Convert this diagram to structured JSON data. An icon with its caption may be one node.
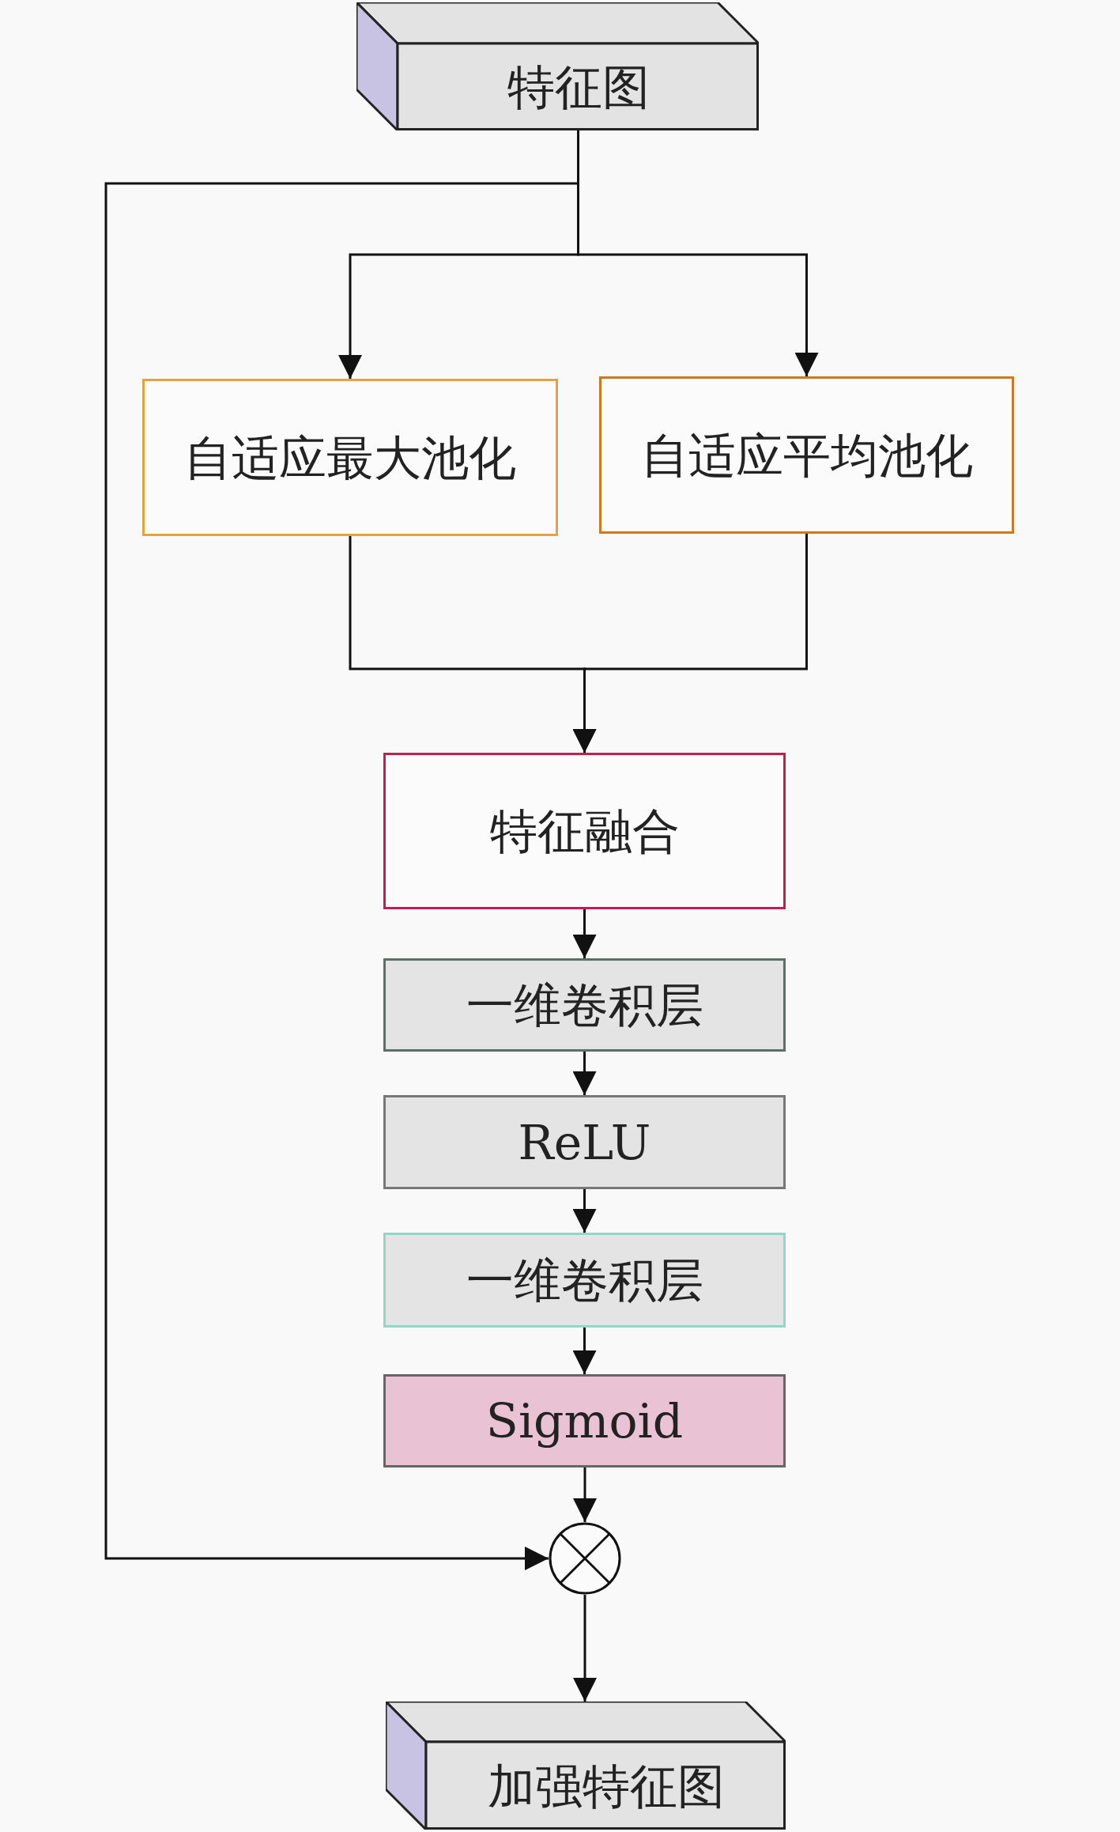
{
  "diagram": {
    "nodes": [
      {
        "text": [
          "特征图"
        ]
      },
      {
        "text": [
          "自适应最大池化"
        ]
      },
      {
        "text": [
          "自适应平均池化"
        ]
      },
      {
        "text": [
          "特征融合"
        ]
      },
      {
        "text": [
          "一维卷积层"
        ]
      },
      {
        "text": [
          "ReLU"
        ]
      },
      {
        "text": [
          "一维卷积层"
        ]
      },
      {
        "text": [
          "Sigmoid"
        ]
      },
      {
        "text": [],
        "shape": "circle"
      },
      {
        "text": [
          "加强特征图"
        ]
      }
    ],
    "edges": [
      {
        "from": 0,
        "to": 1,
        "arrow": "to"
      },
      {
        "from": 0,
        "to": 2,
        "arrow": "to"
      },
      {
        "from": 0,
        "to": 8,
        "arrow": "to"
      },
      {
        "from": 1,
        "to": 3,
        "arrow": "to"
      },
      {
        "from": 2,
        "to": 3,
        "arrow": "to"
      },
      {
        "from": 3,
        "to": 4,
        "arrow": "to"
      },
      {
        "from": 4,
        "to": 5,
        "arrow": "to"
      },
      {
        "from": 5,
        "to": 6,
        "arrow": "to"
      },
      {
        "from": 6,
        "to": 7,
        "arrow": "to"
      },
      {
        "from": 7,
        "to": 8,
        "arrow": "to"
      },
      {
        "from": 8,
        "to": 9,
        "arrow": "to"
      }
    ]
  }
}
